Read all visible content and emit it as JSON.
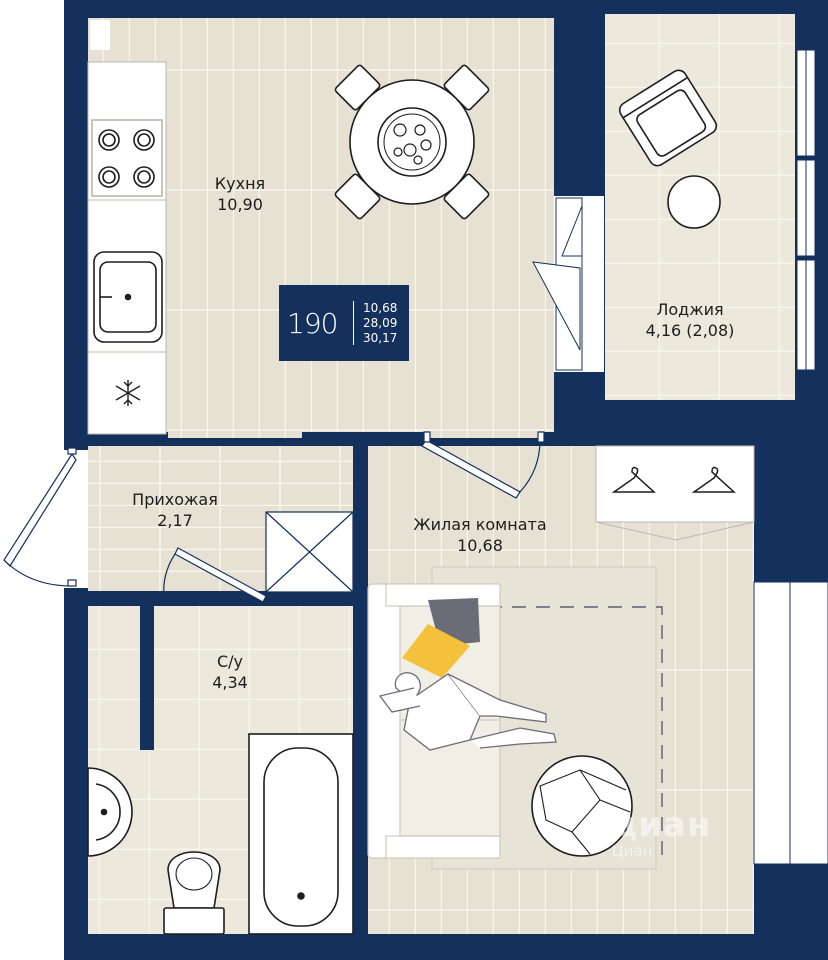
{
  "rooms": {
    "kitchen": {
      "name": "Кухня",
      "area": "10,90"
    },
    "loggia": {
      "name": "Лоджия",
      "area": "4,16 (2,08)"
    },
    "hallway": {
      "name": "Прихожая",
      "area": "2,17"
    },
    "living": {
      "name": "Жилая комната",
      "area": "10,68"
    },
    "bathroom": {
      "name": "С/у",
      "area": "4,34"
    }
  },
  "apartment": {
    "number": "190",
    "living_area": "10,68",
    "total_area": "28,09",
    "total_with_loggia": "30,17"
  },
  "watermark": {
    "brand": "циан",
    "source": "Циан"
  },
  "colors": {
    "wall": "#14305c",
    "floor_wood": "#e6e1d3",
    "floor_tile": "#ece8db",
    "badge": "#14305c",
    "pillow_accent": "#f4c13c",
    "pillow_dark": "#6c6b78"
  },
  "icons": [
    "snowflake-icon",
    "hanger-icon",
    "hanger-icon",
    "sink-icon",
    "stove-icon",
    "bathtub-icon",
    "toilet-icon"
  ]
}
